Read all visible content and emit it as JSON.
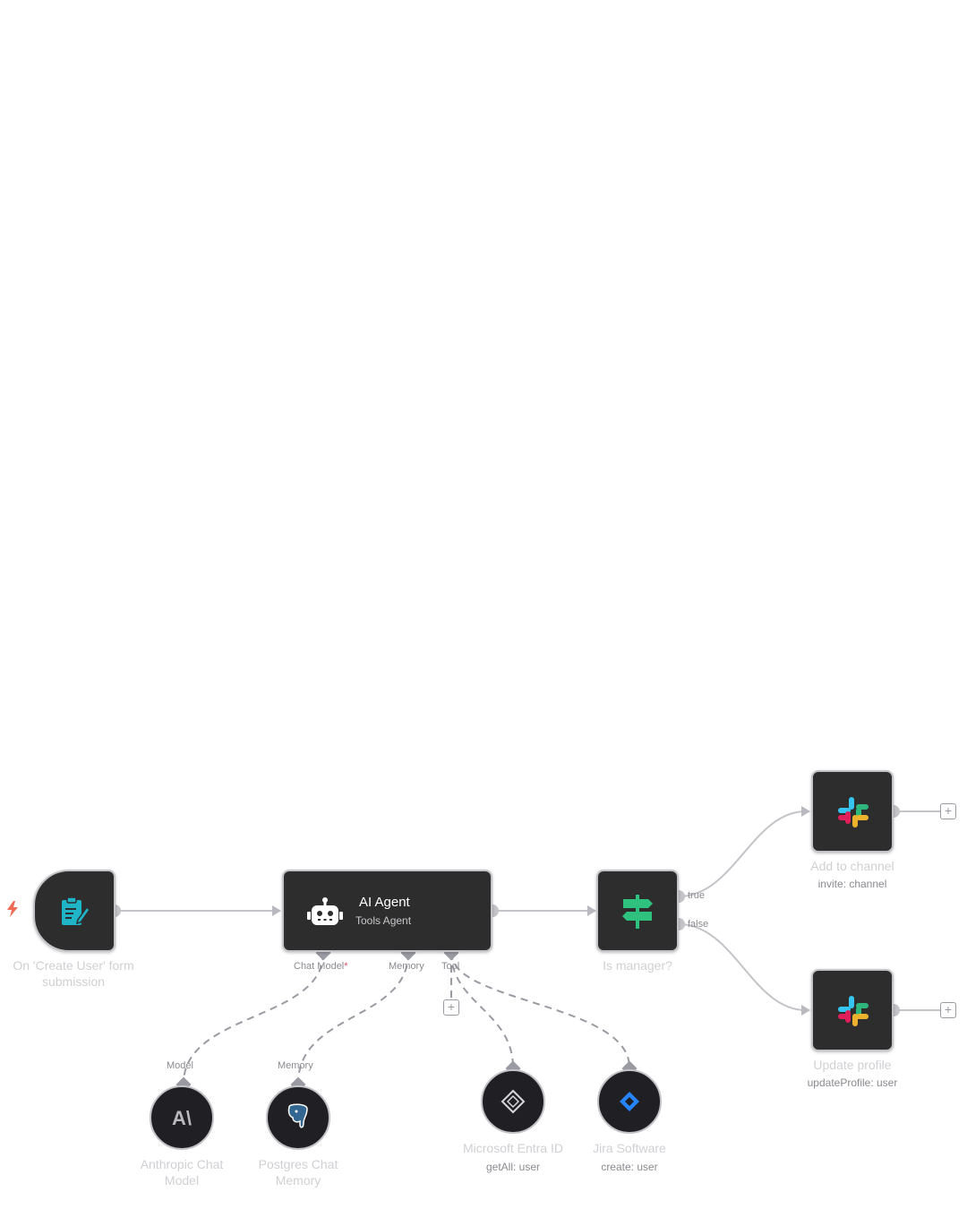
{
  "nodes": {
    "trigger": {
      "label_line1": "On 'Create User' form",
      "label_line2": "submission"
    },
    "agent": {
      "title": "AI Agent",
      "subtitle": "Tools Agent",
      "ports": {
        "chat_model": "Chat Model",
        "chat_model_required": "*",
        "memory": "Memory",
        "tool": "Tool"
      }
    },
    "if_node": {
      "label": "Is manager?",
      "true_label": "true",
      "false_label": "false"
    },
    "add_channel": {
      "label": "Add to channel",
      "sub": "invite: channel"
    },
    "update_profile": {
      "label": "Update profile",
      "sub": "updateProfile: user"
    },
    "anthropic": {
      "label_line1": "Anthropic Chat",
      "label_line2": "Model",
      "port": "Model",
      "icon_text": "A\\"
    },
    "postgres": {
      "label_line1": "Postgres Chat",
      "label_line2": "Memory",
      "port": "Memory"
    },
    "entra": {
      "label": "Microsoft Entra ID",
      "sub": "getAll: user"
    },
    "jira": {
      "label": "Jira Software",
      "sub": "create: user"
    }
  },
  "colors": {
    "node_bg": "#2d2d2e",
    "connection": "#c4c4c8",
    "trigger_accent": "#ee6b55",
    "form_icon": "#1fb4c6",
    "if_icon": "#2ec27e",
    "jira_blue": "#2684ff"
  },
  "icons": {
    "trigger": "lightning-icon",
    "form": "form-icon",
    "agent": "robot-icon",
    "if": "signpost-icon",
    "slack": "slack-icon",
    "postgres": "elephant-icon",
    "entra": "entra-diamond-icon",
    "jira": "jira-icon",
    "add": "plus-icon"
  }
}
